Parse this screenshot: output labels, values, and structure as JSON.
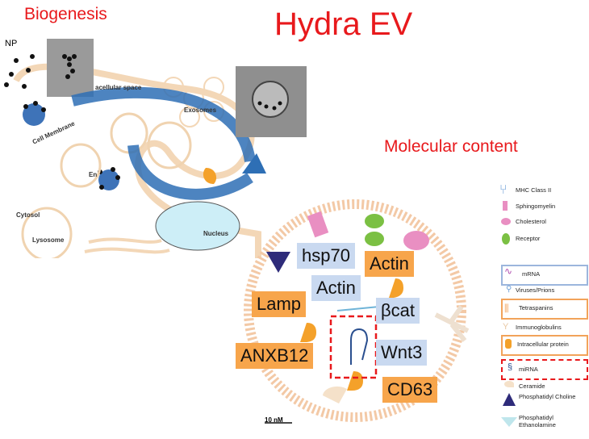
{
  "title": "Hydra EV",
  "sections": {
    "biogenesis": "Biogenesis",
    "molecular": "Molecular content"
  },
  "biogenesis": {
    "np_label": "NP",
    "labels": {
      "extracellular": "acellular space",
      "exosomes": "Exosomes",
      "cell_membrane": "Cell Membrane",
      "cytosol": "Cytosol",
      "lysosome": "Lysosome",
      "nucleus": "Nucleus",
      "endosome": "En"
    }
  },
  "vesicle": {
    "proteins": {
      "hsp70": "hsp70",
      "actin_blue": "Actin",
      "actin_orange": "Actin",
      "lamp": "Lamp",
      "bcat": "βcat",
      "anxb12": "ANXB12",
      "wnt3": "Wnt3",
      "cd63": "CD63"
    },
    "scale": "10 nM"
  },
  "legend": [
    {
      "label": "MHC Class II",
      "icon": "mhc-icon"
    },
    {
      "label": "Sphingomyelin",
      "icon": "sphingomyelin-icon"
    },
    {
      "label": "Cholesterol",
      "icon": "cholesterol-icon"
    },
    {
      "label": "Receptor",
      "icon": "receptor-icon"
    },
    {
      "label": "mRNA",
      "icon": "mrna-icon"
    },
    {
      "label": "Viruses/Prions",
      "icon": "virus-icon"
    },
    {
      "label": "Tetraspanins",
      "icon": "tetraspanin-icon"
    },
    {
      "label": "Immunoglobulins",
      "icon": "immunoglobulin-icon"
    },
    {
      "label": "Intracellular protein",
      "icon": "intracellular-protein-icon"
    },
    {
      "label": "miRNA",
      "icon": "mirna-icon"
    },
    {
      "label": "Ceramide",
      "icon": "ceramide-icon"
    },
    {
      "label": "Phosphatidyl Choline",
      "icon": "phosphatidylcholine-icon"
    },
    {
      "label": "Phosphatidyl Ethanolamine",
      "icon": "phosphatidylethanolamine-icon"
    }
  ],
  "colors": {
    "accent": "#e8191c",
    "orange": "#f7a54b",
    "blue_box": "#c9d9f0",
    "arrow": "#2e6fb5"
  }
}
